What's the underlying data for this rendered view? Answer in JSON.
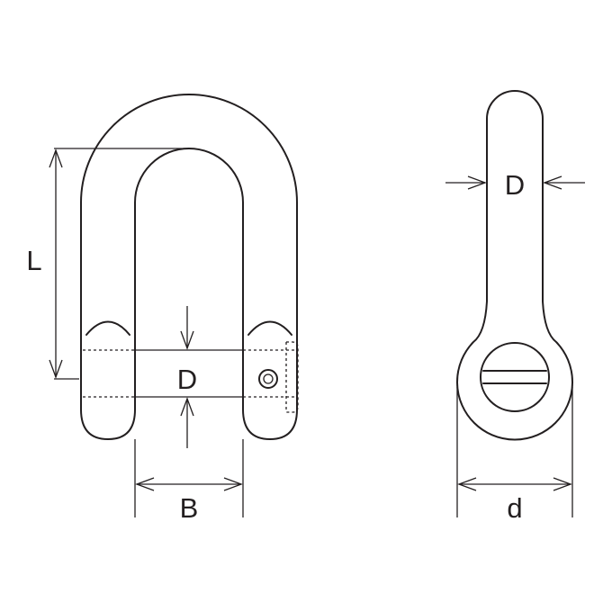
{
  "labels": {
    "length": "L",
    "pin_diameter_front": "D",
    "inner_width": "B",
    "pin_diameter_side": "D",
    "eye_diameter": "d"
  },
  "colors": {
    "line": "#231f20",
    "background": "#ffffff"
  }
}
